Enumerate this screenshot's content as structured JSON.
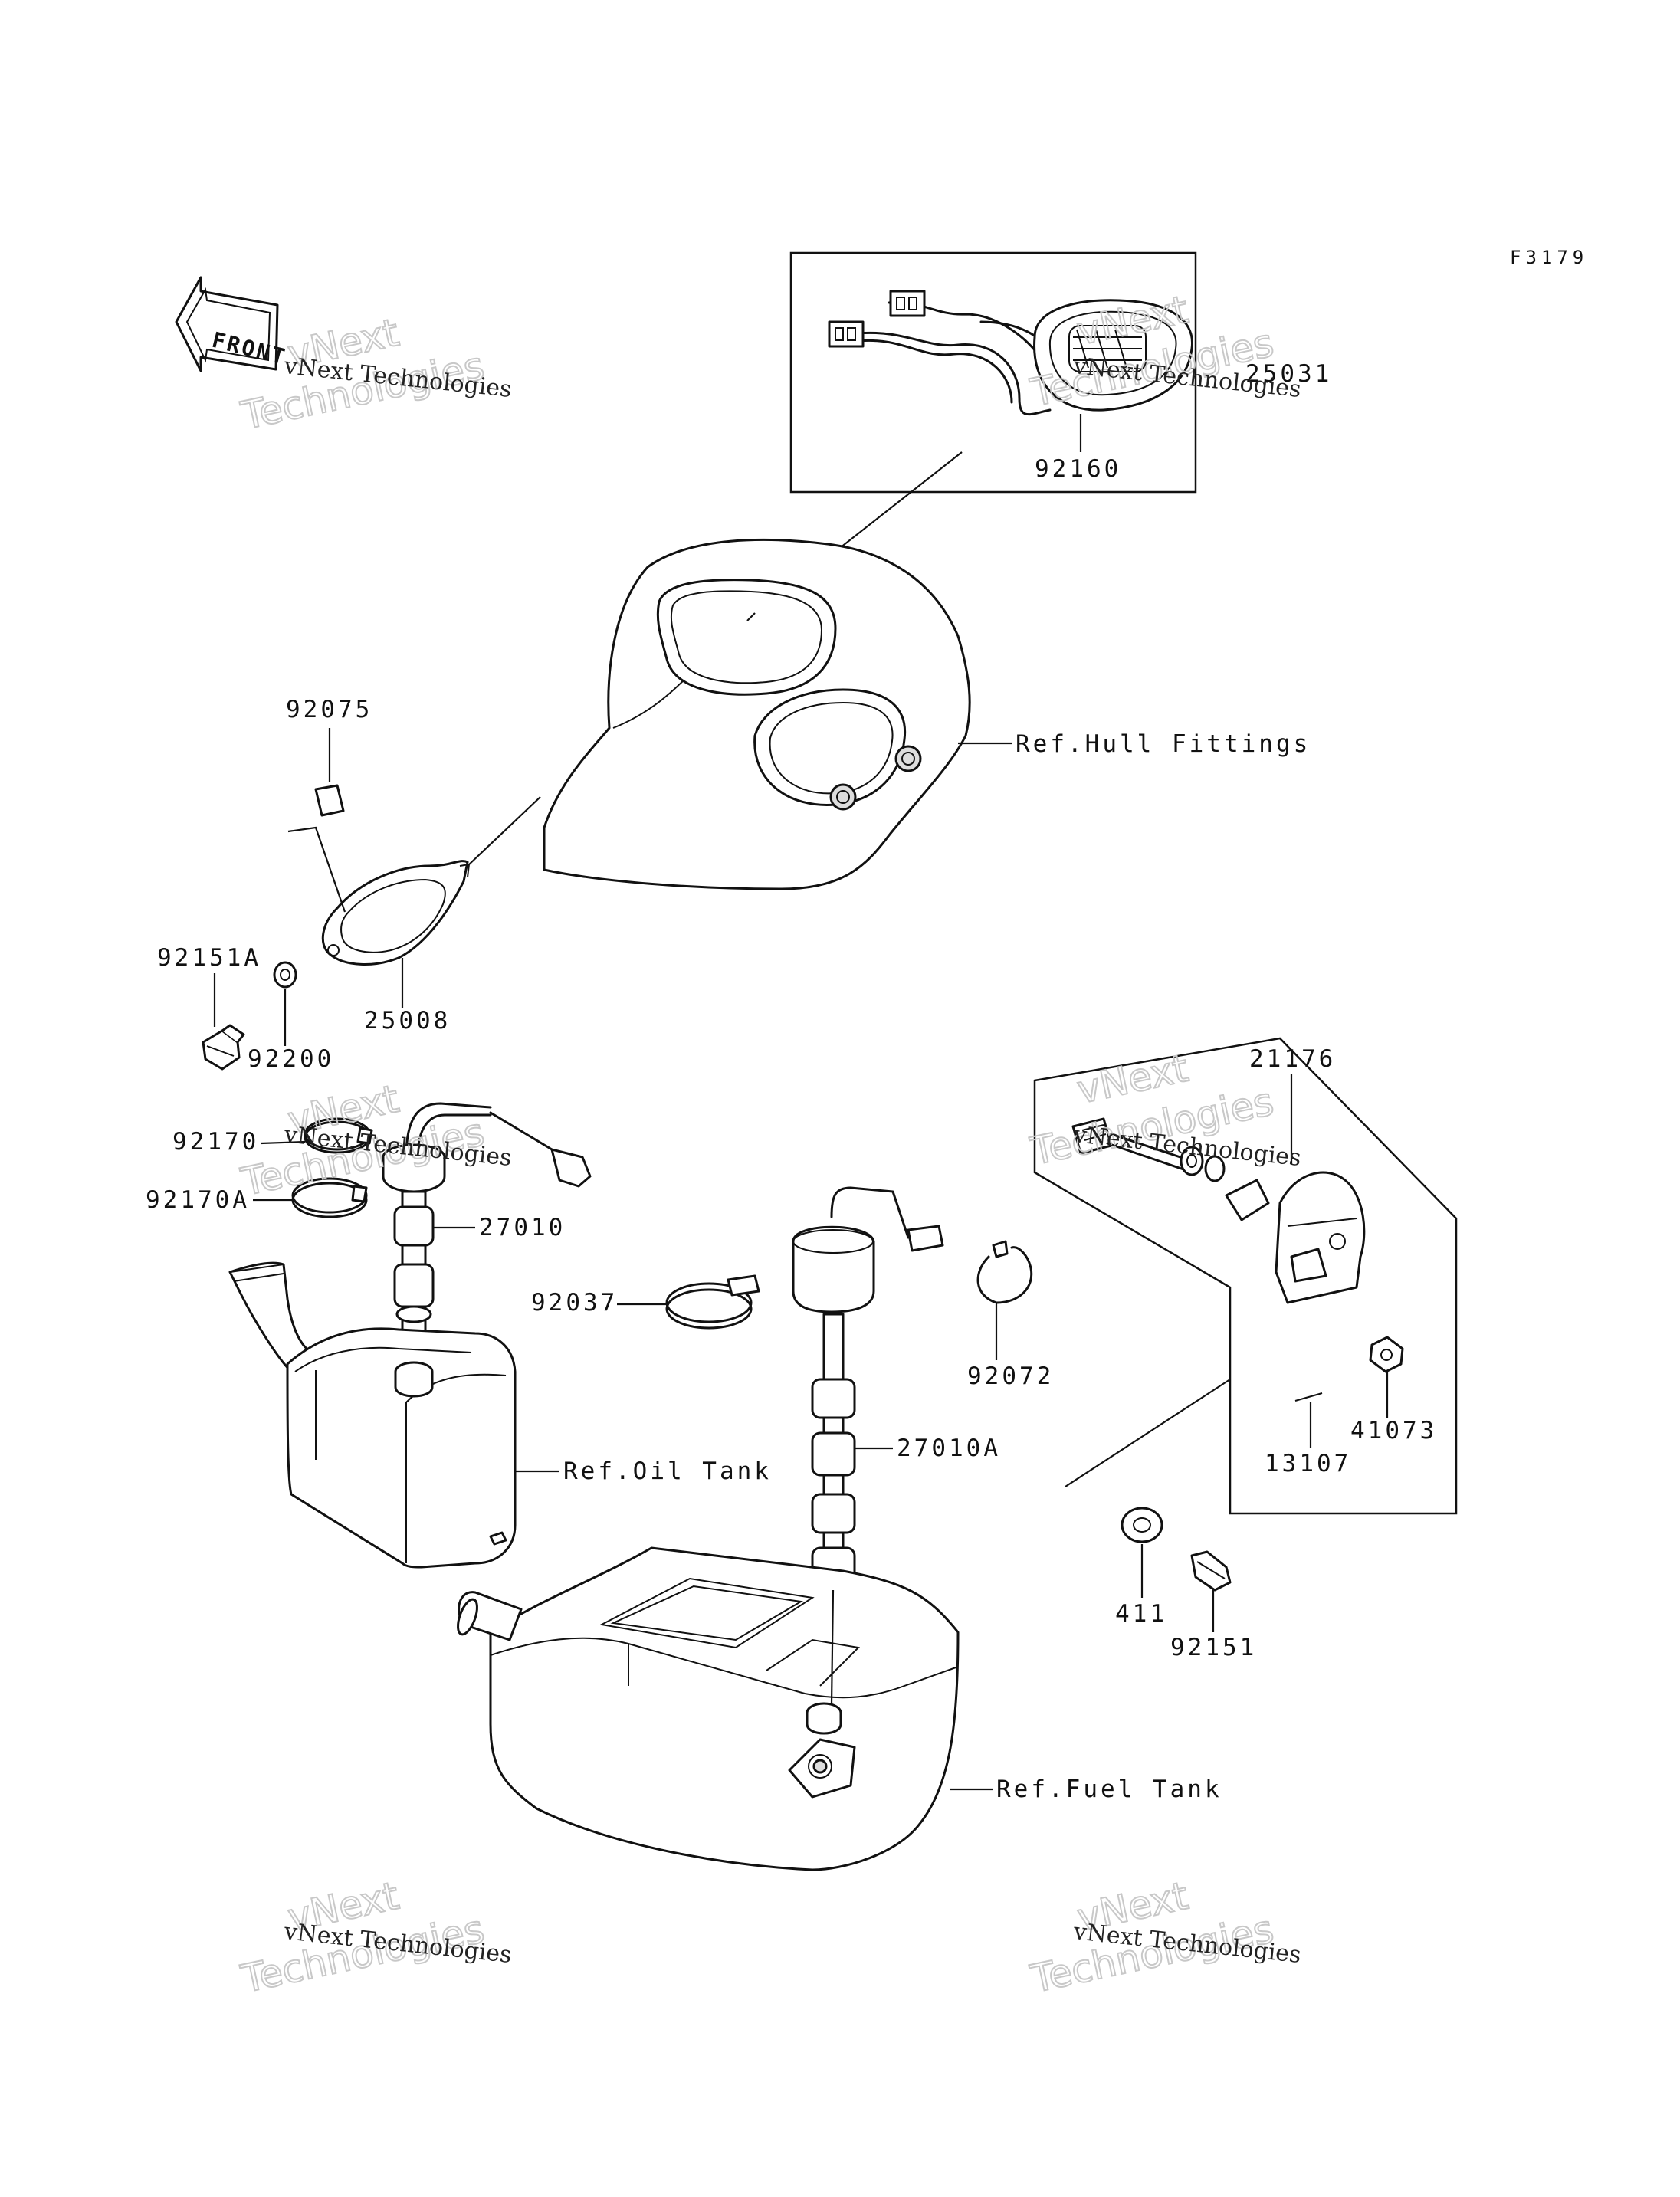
{
  "figure_code": "F3179",
  "front_marker": "FRONT",
  "watermark": {
    "line1": "vNext Technologies",
    "line2": "vNext",
    "line3": "Technologies"
  },
  "part_labels": {
    "p25031": "25031",
    "p92160": "92160",
    "p92075": "92075",
    "p92151A": "92151A",
    "p92200": "92200",
    "p25008": "25008",
    "p92170": "92170",
    "p92170A": "92170A",
    "p27010": "27010",
    "p92037": "92037",
    "p92072": "92072",
    "p27010A": "27010A",
    "p21176": "21176",
    "p41073": "41073",
    "p13107": "13107",
    "p411": "411",
    "p92151": "92151"
  },
  "references": {
    "hull": "Ref.Hull Fittings",
    "oil_tank": "Ref.Oil Tank",
    "fuel_tank": "Ref.Fuel Tank"
  }
}
